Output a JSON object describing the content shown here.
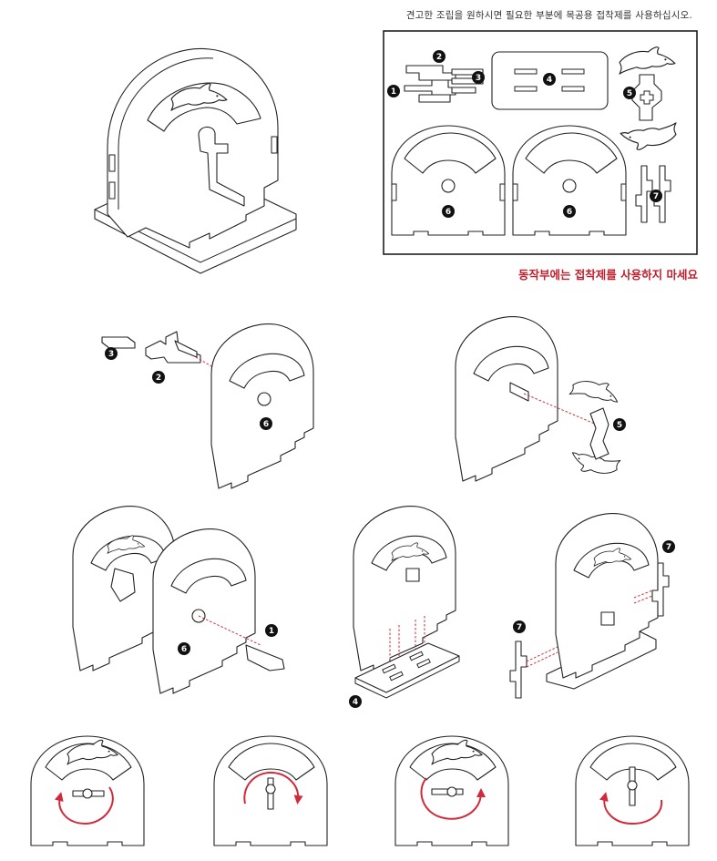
{
  "instructions": {
    "glue_tip": "견고한 조립을 원하시면 필요한 부분에 목공용 접착제를 사용하십시오.",
    "warning": "동작부에는 접착제를 사용하지 마세요"
  },
  "part_numbers": {
    "p1": "1",
    "p2": "2",
    "p3": "3",
    "p4": "4",
    "p5": "5",
    "p6a": "6",
    "p6b": "6",
    "p7": "7",
    "s1_p3": "3",
    "s1_p2": "2",
    "s1_p6": "6",
    "s2_p5": "5",
    "s3_p6": "6",
    "s3_p1": "1",
    "s4_p4": "4",
    "s5_p7a": "7",
    "s5_p7b": "7"
  },
  "colors": {
    "accent": "#c0202e",
    "line": "#222222",
    "badge": "#111111"
  },
  "icons": [
    "dolphin-icon",
    "rotate-arrow-icon",
    "crank-icon"
  ]
}
